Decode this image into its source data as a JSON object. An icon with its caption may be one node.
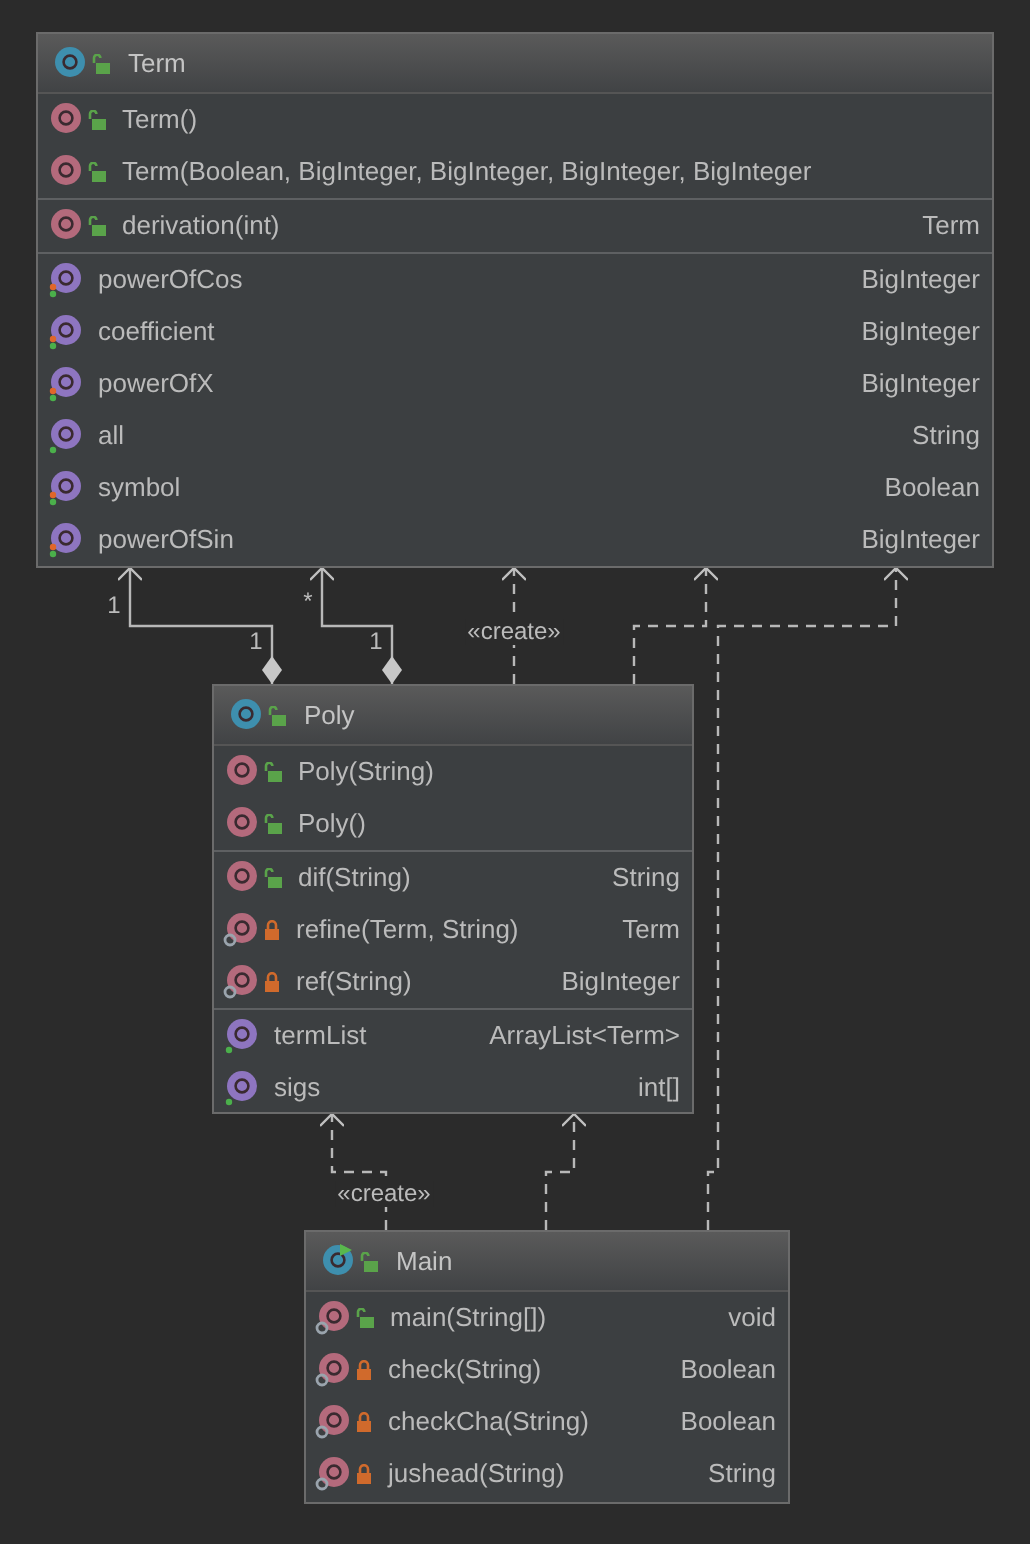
{
  "diagram": {
    "nodes": [
      {
        "text": [
          "Term",
          "Term()",
          "Term(Boolean, BigInteger, BigInteger, BigInteger, BigInteger",
          "derivation(int)",
          "Term",
          "powerOfCos",
          "BigInteger",
          "coefficient",
          "BigInteger",
          "powerOfX",
          "BigInteger",
          "all",
          "String",
          "symbol",
          "Boolean",
          "powerOfSin",
          "BigInteger"
        ]
      },
      {
        "text": [
          "Poly",
          "Poly(String)",
          "Poly()",
          "dif(String)",
          "String",
          "refine(Term, String)",
          "Term",
          "ref(String)",
          "BigInteger",
          "termList",
          "ArrayList<Term>",
          "sigs",
          "int[]"
        ]
      },
      {
        "text": [
          "Main",
          "main(String[])",
          "void",
          "check(String)",
          "Boolean",
          "checkCha(String)",
          "Boolean",
          "jushead(String)",
          "String"
        ]
      }
    ],
    "edges": [
      {
        "from": 1,
        "to": 0,
        "arrow": "to"
      },
      {
        "from": 1,
        "to": 0,
        "arrow": "to"
      },
      {
        "from": 1,
        "to": 0,
        "arrow": "to",
        "label": "«create»",
        "style": "dashed"
      },
      {
        "from": 1,
        "to": 0,
        "arrow": "to",
        "style": "dashed"
      },
      {
        "from": 2,
        "to": 0,
        "arrow": "to",
        "style": "dashed"
      },
      {
        "from": 2,
        "to": 1,
        "arrow": "to",
        "label": "«create»",
        "style": "dashed"
      },
      {
        "from": 2,
        "to": 1,
        "arrow": "to",
        "style": "dashed"
      }
    ],
    "labels": [
      "1",
      "*",
      "1",
      "1"
    ]
  }
}
